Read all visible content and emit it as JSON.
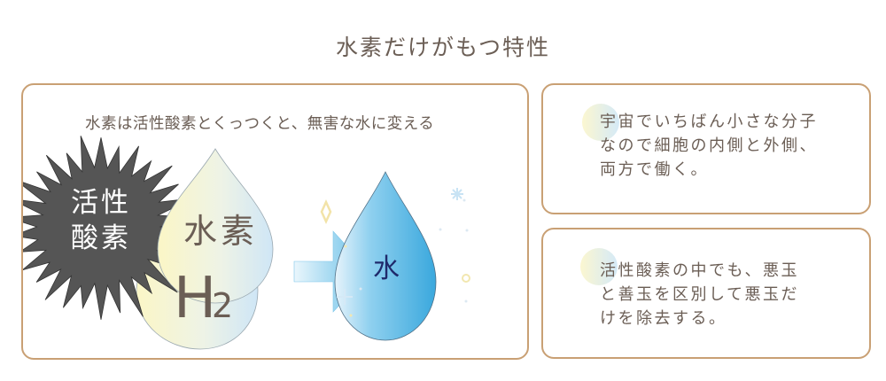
{
  "title": "水素だけがもつ特性",
  "main_panel": {
    "caption": "水素は活性酸素とくっつくと、無害な水に変える",
    "burst_label_line1": "活性",
    "burst_label_line2": "酸素",
    "hydrogen_drop_label": "水素",
    "h2_label_H": "H",
    "h2_label_sub": "2",
    "water_drop_label": "水"
  },
  "feature_panels": [
    {
      "lines": [
        "宇宙でいちばん小さな分子",
        "なので細胞の内側と外側、",
        "両方で働く。"
      ]
    },
    {
      "lines": [
        "活性酸素の中でも、悪玉",
        "と善玉を区別して悪玉だ",
        "けを除去する。"
      ]
    }
  ],
  "colors": {
    "border": "#c9a074",
    "text": "#6b5e55",
    "burst": "#555555",
    "water": "#6cc3ea",
    "water_label": "#1f2a6b"
  }
}
